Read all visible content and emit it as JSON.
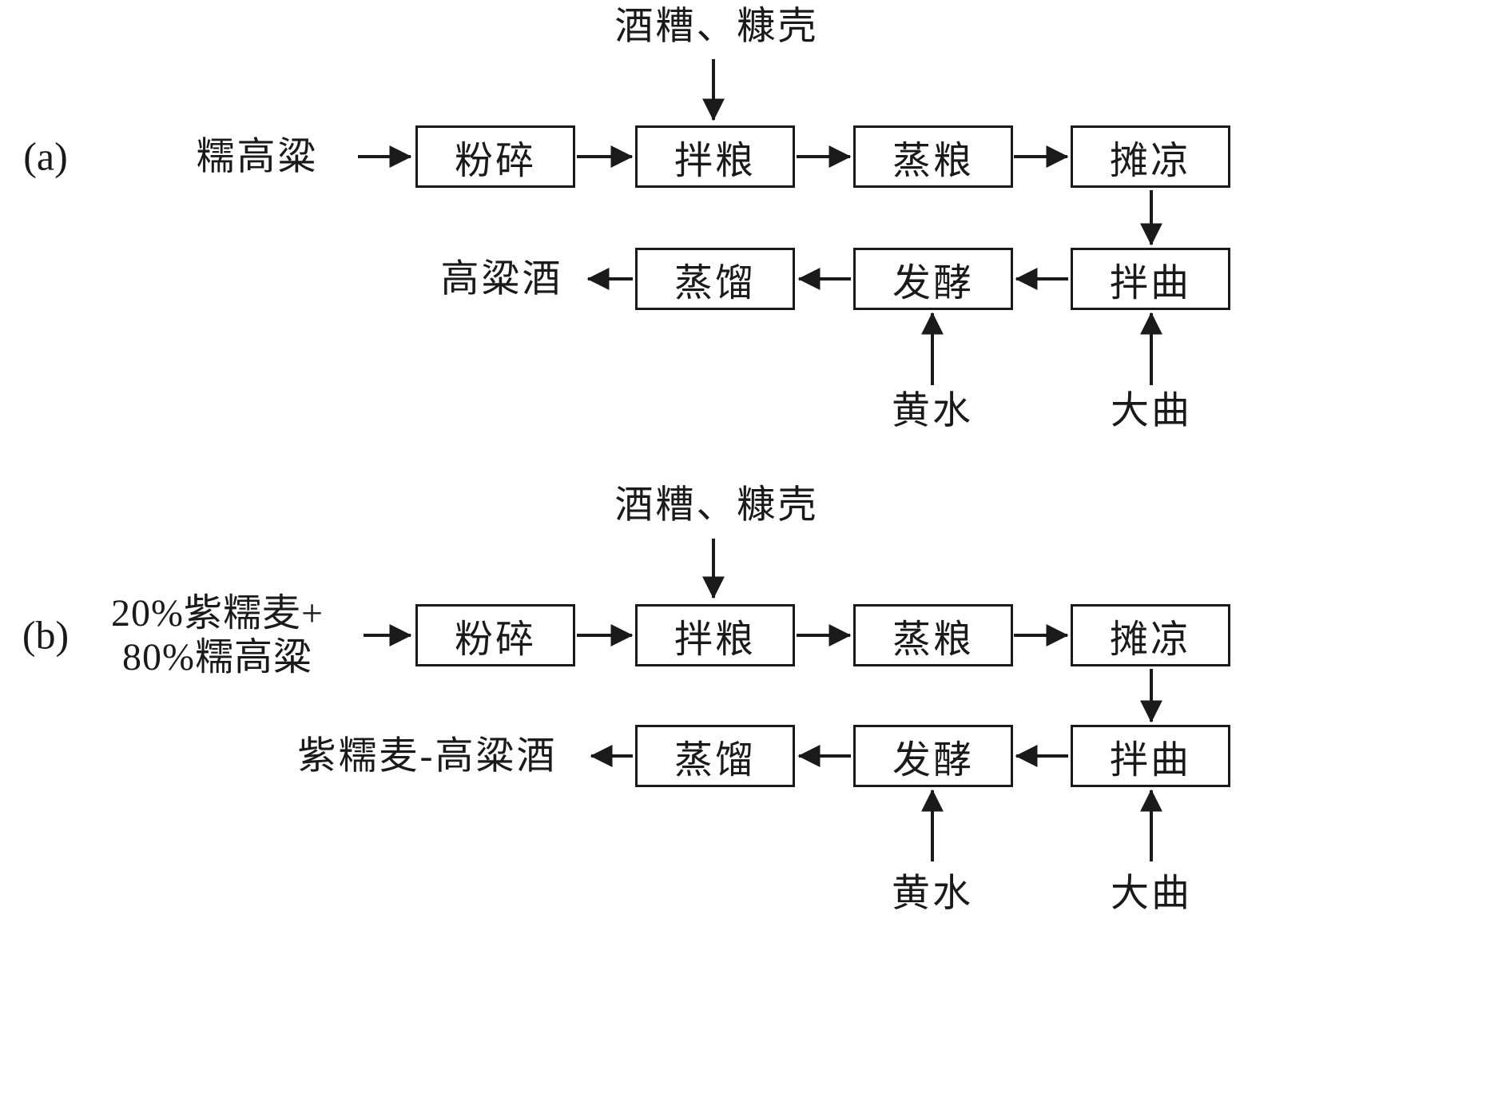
{
  "colors": {
    "ink": "#1a1a1a",
    "background": "#ffffff"
  },
  "diagram_a": {
    "label": "(a)",
    "top_input": "酒糟、糠壳",
    "left_input": "糯高粱",
    "row1": [
      "粉碎",
      "拌粮",
      "蒸粮",
      "摊凉"
    ],
    "row2": [
      "拌曲",
      "发酵",
      "蒸馏"
    ],
    "output": "高粱酒",
    "bottom_input_ferment": "黄水",
    "bottom_input_qu": "大曲"
  },
  "diagram_b": {
    "label": "(b)",
    "top_input": "酒糟、糠壳",
    "left_input_line1": "20%紫糯麦+",
    "left_input_line2": "80%糯高粱",
    "row1": [
      "粉碎",
      "拌粮",
      "蒸粮",
      "摊凉"
    ],
    "row2": [
      "拌曲",
      "发酵",
      "蒸馏"
    ],
    "output": "紫糯麦-高粱酒",
    "bottom_input_ferment": "黄水",
    "bottom_input_qu": "大曲"
  }
}
